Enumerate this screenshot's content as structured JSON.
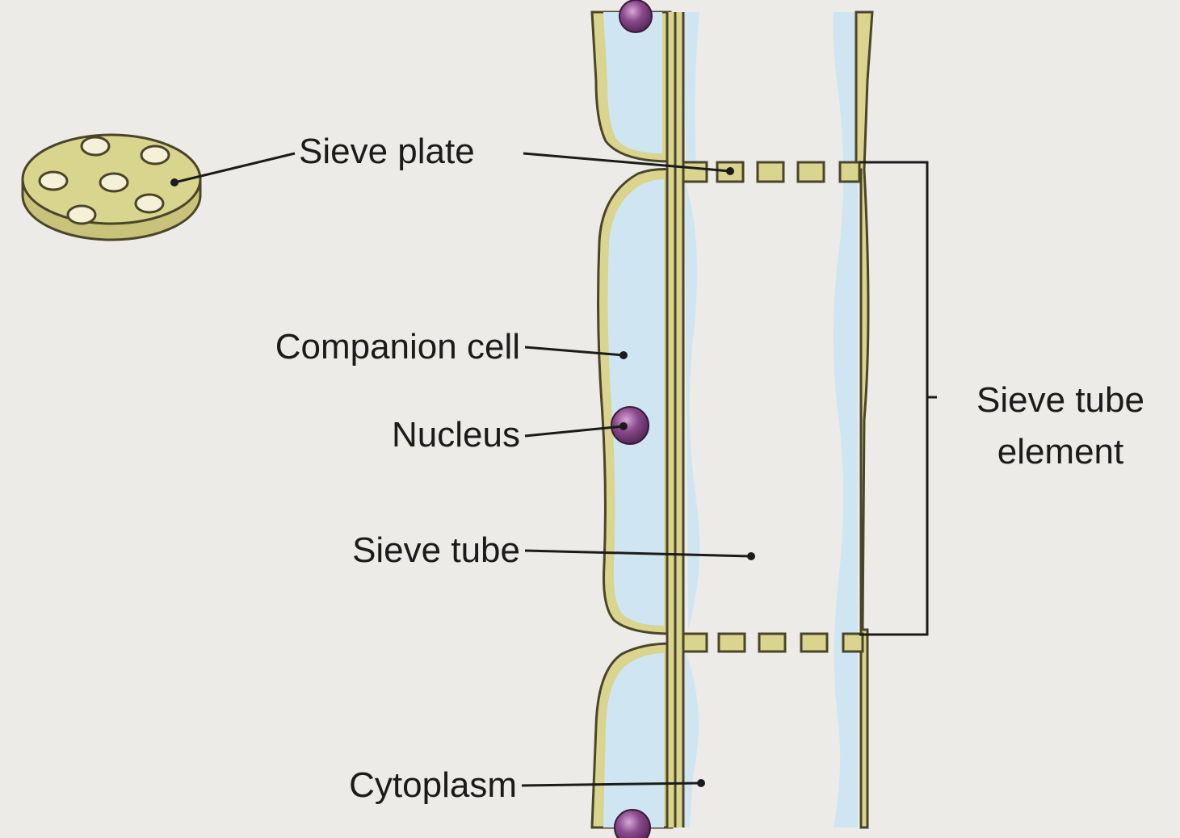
{
  "labels": {
    "sieve_plate": "Sieve plate",
    "companion_cell": "Companion cell",
    "nucleus": "Nucleus",
    "sieve_tube": "Sieve tube",
    "cytoplasm": "Cytoplasm",
    "sieve_tube_element_line1": "Sieve tube",
    "sieve_tube_element_line2": "element"
  },
  "colors": {
    "background": "#ecebe8",
    "cell_wall": "#d9d48e",
    "wall_outline": "#4a4528",
    "cytoplasm": "#cfe6f2",
    "nucleus": "#7a3f7e",
    "nucleus_highlight": "#c48fc6",
    "leader_line": "#1b1b1b"
  }
}
